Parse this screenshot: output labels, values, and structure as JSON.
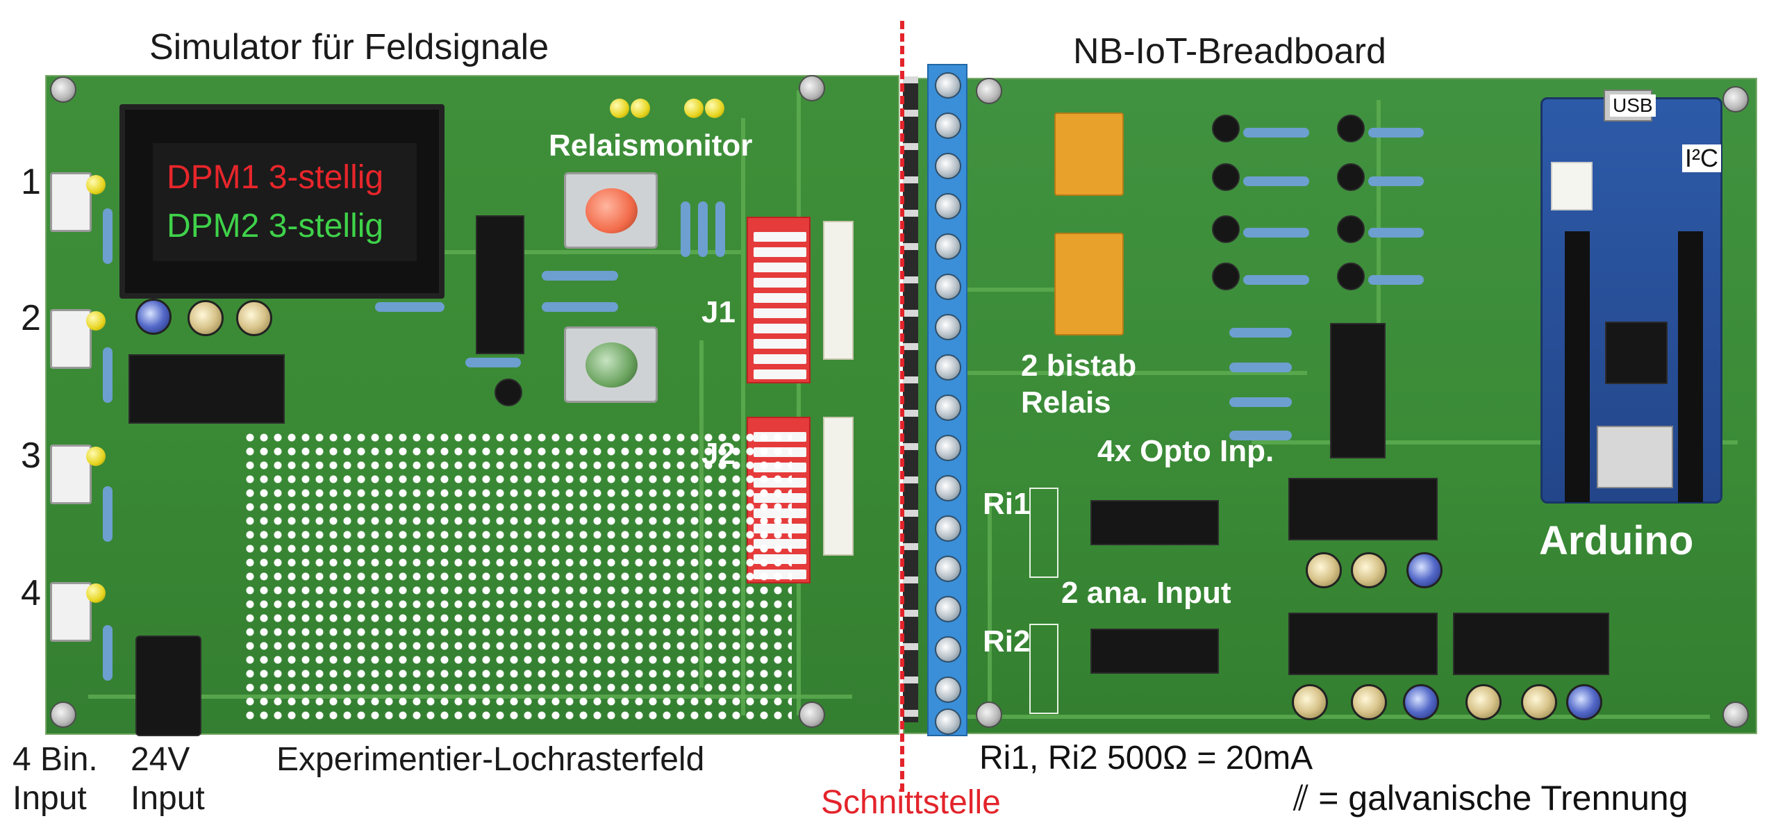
{
  "titles": {
    "left": "Simulator für Feldsignale",
    "right": "NB-IoT-Breadboard"
  },
  "display": {
    "line1": "DPM1 3-stellig",
    "line2": "DPM2 3-stellig",
    "line1_color": "#e8262b",
    "line2_color": "#3fd24a"
  },
  "inputs": {
    "numbers": [
      "1",
      "2",
      "3",
      "4"
    ],
    "bin_label_line1": "4 Bin.",
    "bin_label_line2": "Input",
    "supply_line1": "24V",
    "supply_line2": "Input"
  },
  "board_labels": {
    "relaismonitor": "Relaismonitor",
    "j1": "J1",
    "j2": "J2",
    "bistab_line1": "2 bistab",
    "bistab_line2": "Relais",
    "opto": "4x Opto Inp.",
    "ri1": "Ri1",
    "ri2": "Ri2",
    "ana_input": "2 ana. Input",
    "arduino": "Arduino",
    "usb": "USB",
    "i2c": "I²C"
  },
  "bottom": {
    "lochraster": "Experimentier-Lochrasterfeld",
    "resistance": "Ri1, Ri2 500Ω = 20mA",
    "schnittstelle": "Schnittstelle",
    "galvanic": "⫽ = galvanische Trennung"
  },
  "colors": {
    "pcb_green": "#3a8a35",
    "divider_red": "#e3242b",
    "terminal_blue": "#3a8fd8",
    "relay_orange": "#e8a12a",
    "dip_red": "#e53b3b"
  }
}
